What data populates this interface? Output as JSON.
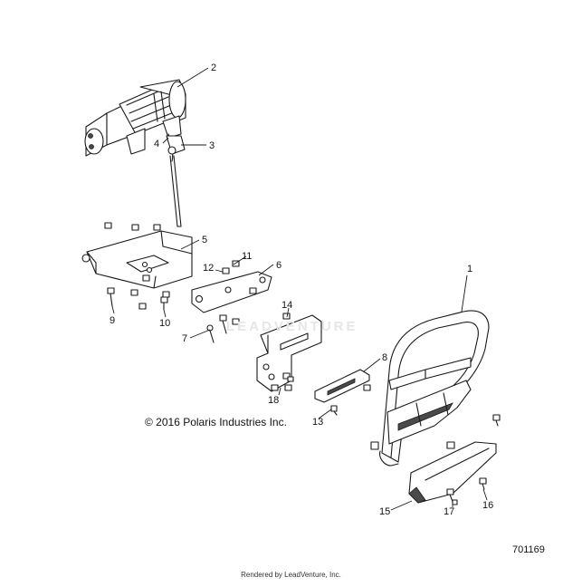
{
  "callouts": [
    {
      "num": "1"
    },
    {
      "num": "2"
    },
    {
      "num": "3"
    },
    {
      "num": "4"
    },
    {
      "num": "5"
    },
    {
      "num": "6"
    },
    {
      "num": "7"
    },
    {
      "num": "8"
    },
    {
      "num": "9"
    },
    {
      "num": "10"
    },
    {
      "num": "11"
    },
    {
      "num": "12"
    },
    {
      "num": "13"
    },
    {
      "num": "14"
    },
    {
      "num": "15"
    },
    {
      "num": "16"
    },
    {
      "num": "17"
    },
    {
      "num": "18"
    }
  ],
  "copyright": "© 2016 Polaris Industries Inc.",
  "diagram_number": "701169",
  "credit": "Rendered by LeadVenture, Inc.",
  "watermark": "LEADVENTURE"
}
